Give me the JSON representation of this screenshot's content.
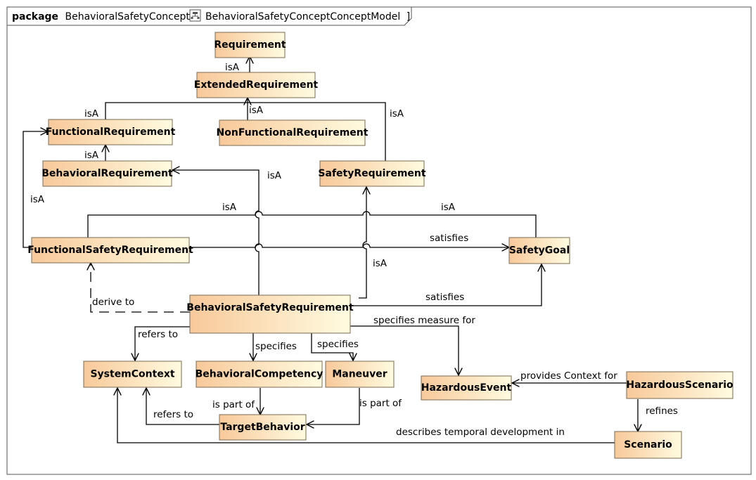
{
  "package": {
    "keyword": "package",
    "name": "BehavioralSafetyConcept",
    "bracket_open": "[",
    "model": "BehavioralSafetyConceptConceptModel",
    "bracket_close": "]",
    "icon": "model-icon"
  },
  "colors": {
    "node_left": "#f8c99a",
    "node_right": "#fffbe0",
    "node_border": "#7a6a50",
    "line": "#000000"
  },
  "nodes": {
    "requirement": "Requirement",
    "extended_requirement": "ExtendedRequirement",
    "functional_requirement": "FunctionalRequirement",
    "nonfunctional_requirement": "NonFunctionalRequirement",
    "behavioral_requirement": "BehavioralRequirement",
    "safety_requirement": "SafetyRequirement",
    "functional_safety_requirement": "FunctionalSafetyRequirement",
    "safety_goal": "SafetyGoal",
    "behavioral_safety_requirement": "BehavioralSafetyRequirement",
    "system_context": "SystemContext",
    "behavioral_competency": "BehavioralCompetency",
    "maneuver": "Maneuver",
    "hazardous_event": "HazardousEvent",
    "hazardous_scenario": "HazardousScenario",
    "target_behavior": "TargetBehavior",
    "scenario": "Scenario"
  },
  "edges": {
    "isa": "isA",
    "satisfies": "satisfies",
    "derive_to": "derive to",
    "refers_to": "refers to",
    "specifies": "specifies",
    "specifies_measure_for": "specifies measure for",
    "provides_context_for": "provides Context for",
    "refines": "refines",
    "is_part_of": "is part of",
    "describes_temporal": "describes temporal development in"
  }
}
